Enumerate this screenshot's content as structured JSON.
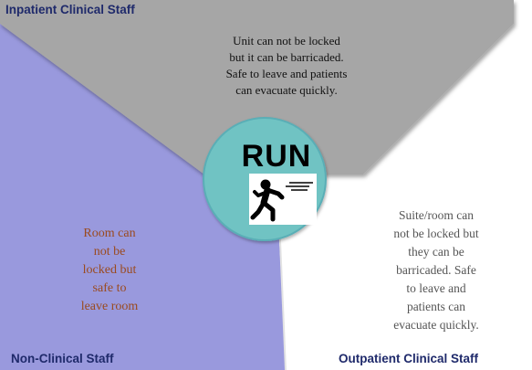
{
  "quadrants": {
    "top": {
      "label": "Inpatient Clinical Staff",
      "text": [
        "Unit can not be locked",
        "but it can be barricaded.",
        "Safe to leave and patients",
        "can evacuate quickly."
      ],
      "color": "#a6a6a6"
    },
    "left": {
      "label": "Non-Clinical Staff",
      "text": [
        "Room can",
        "not be",
        "locked but",
        "safe to",
        "leave room"
      ],
      "color": "#9999dd"
    },
    "right": {
      "label": "Outpatient Clinical Staff",
      "text": [
        "Suite/room  can",
        "not be locked but",
        "they  can be",
        "barricaded.  Safe",
        "to leave  and",
        "patients  can",
        "evacuate quickly."
      ],
      "color": "#ffffff"
    }
  },
  "center": {
    "title": "RUN",
    "icon": "running-person-icon",
    "color": "#70c3c3"
  },
  "colors": {
    "left_text": "#9a4a1e",
    "top_text": "#111111",
    "right_text": "#555555",
    "label_text": "#1f2a6b"
  }
}
